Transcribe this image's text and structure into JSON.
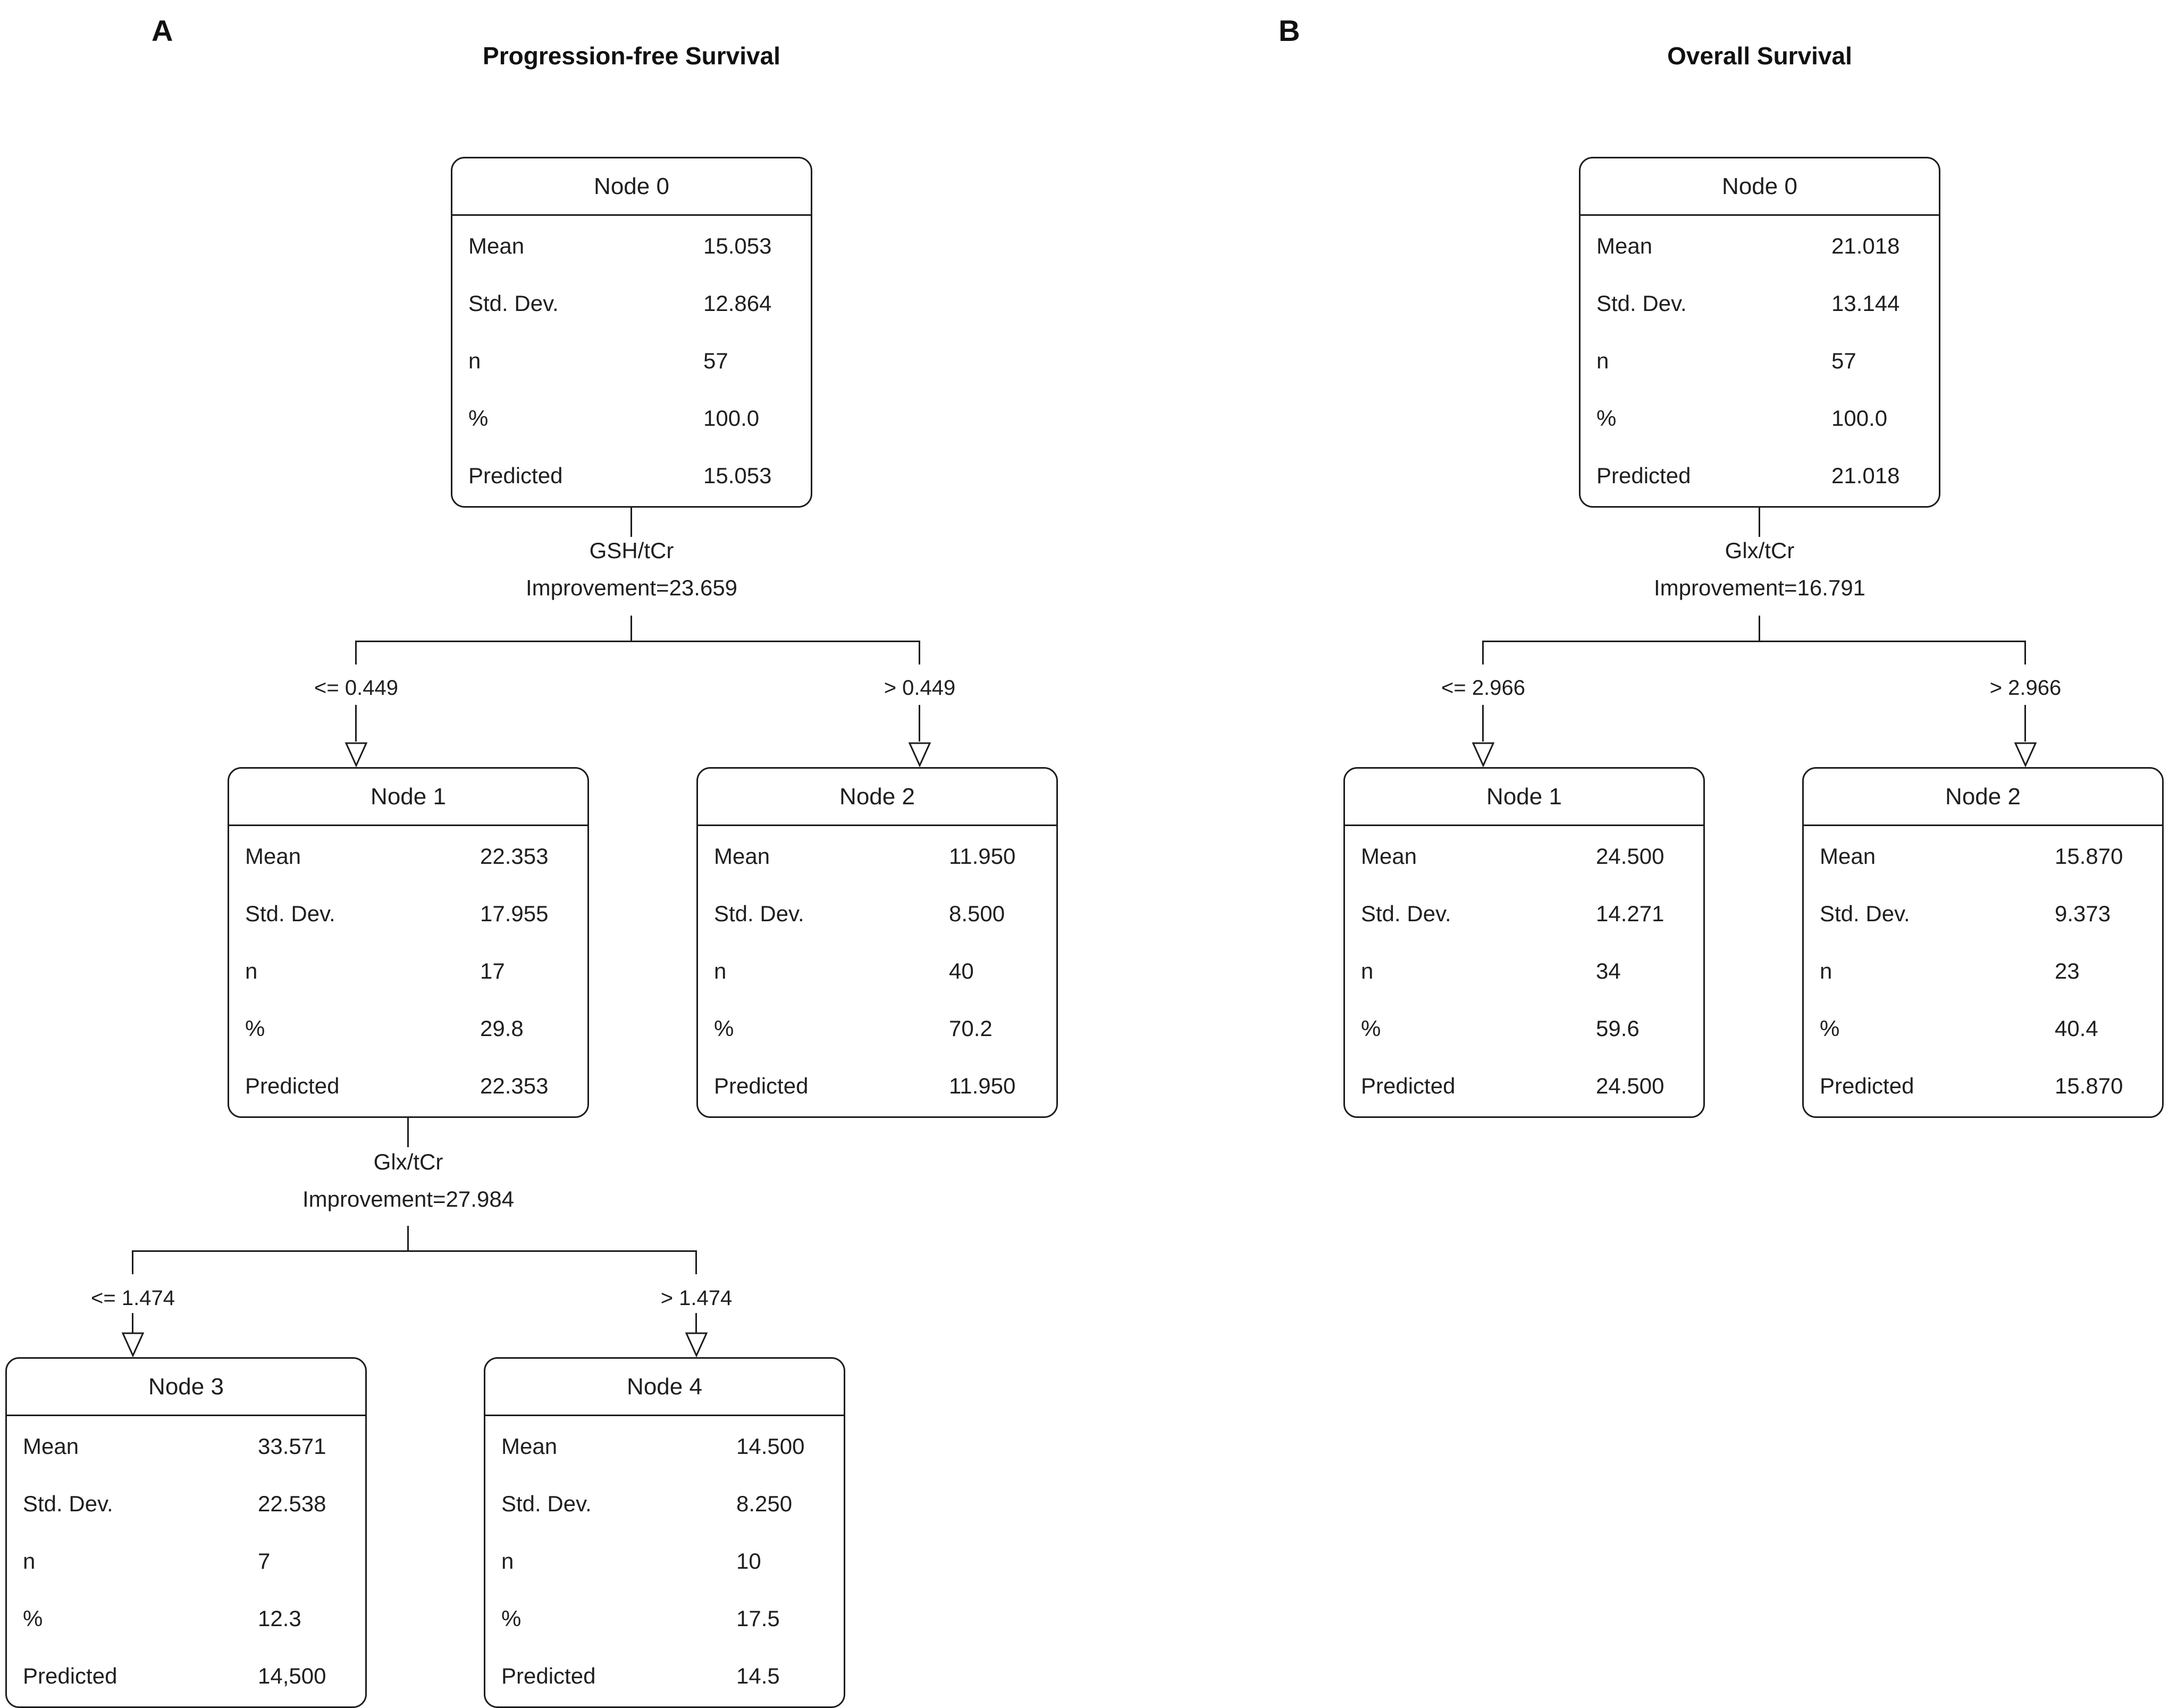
{
  "colors": {
    "line": "#1c1c1c",
    "background": "#ffffff",
    "text": "#1f1f1f"
  },
  "panels": [
    {
      "label": "A",
      "title": "Progression-free Survival",
      "nodes": [
        {
          "title": "Node 0",
          "rows": [
            {
              "label": "Mean",
              "value": "15.053"
            },
            {
              "label": "Std. Dev.",
              "value": "12.864"
            },
            {
              "label": "n",
              "value": "57"
            },
            {
              "label": "%",
              "value": "100.0"
            },
            {
              "label": "Predicted",
              "value": "15.053"
            }
          ]
        },
        {
          "title": "Node 1",
          "rows": [
            {
              "label": "Mean",
              "value": "22.353"
            },
            {
              "label": "Std. Dev.",
              "value": "17.955"
            },
            {
              "label": "n",
              "value": "17"
            },
            {
              "label": "%",
              "value": "29.8"
            },
            {
              "label": "Predicted",
              "value": "22.353"
            }
          ]
        },
        {
          "title": "Node 2",
          "rows": [
            {
              "label": "Mean",
              "value": "11.950"
            },
            {
              "label": "Std. Dev.",
              "value": "8.500"
            },
            {
              "label": "n",
              "value": "40"
            },
            {
              "label": "%",
              "value": "70.2"
            },
            {
              "label": "Predicted",
              "value": "11.950"
            }
          ]
        },
        {
          "title": "Node 3",
          "rows": [
            {
              "label": "Mean",
              "value": "33.571"
            },
            {
              "label": "Std. Dev.",
              "value": "22.538"
            },
            {
              "label": "n",
              "value": "7"
            },
            {
              "label": "%",
              "value": "12.3"
            },
            {
              "label": "Predicted",
              "value": "14,500"
            }
          ]
        },
        {
          "title": "Node 4",
          "rows": [
            {
              "label": "Mean",
              "value": "14.500"
            },
            {
              "label": "Std. Dev.",
              "value": "8.250"
            },
            {
              "label": "n",
              "value": "10"
            },
            {
              "label": "%",
              "value": "17.5"
            },
            {
              "label": "Predicted",
              "value": "14.5"
            }
          ]
        }
      ],
      "splits": [
        {
          "variable": "GSH/tCr",
          "improvement": "Improvement=23.659",
          "left": "<= 0.449",
          "right": "> 0.449"
        },
        {
          "variable": "Glx/tCr",
          "improvement": "Improvement=27.984",
          "left": "<= 1.474",
          "right": "> 1.474"
        }
      ]
    },
    {
      "label": "B",
      "title": "Overall Survival",
      "nodes": [
        {
          "title": "Node 0",
          "rows": [
            {
              "label": "Mean",
              "value": "21.018"
            },
            {
              "label": "Std. Dev.",
              "value": "13.144"
            },
            {
              "label": "n",
              "value": "57"
            },
            {
              "label": "%",
              "value": "100.0"
            },
            {
              "label": "Predicted",
              "value": "21.018"
            }
          ]
        },
        {
          "title": "Node 1",
          "rows": [
            {
              "label": "Mean",
              "value": "24.500"
            },
            {
              "label": "Std. Dev.",
              "value": "14.271"
            },
            {
              "label": "n",
              "value": "34"
            },
            {
              "label": "%",
              "value": "59.6"
            },
            {
              "label": "Predicted",
              "value": "24.500"
            }
          ]
        },
        {
          "title": "Node 2",
          "rows": [
            {
              "label": "Mean",
              "value": "15.870"
            },
            {
              "label": "Std. Dev.",
              "value": "9.373"
            },
            {
              "label": "n",
              "value": "23"
            },
            {
              "label": "%",
              "value": "40.4"
            },
            {
              "label": "Predicted",
              "value": "15.870"
            }
          ]
        }
      ],
      "splits": [
        {
          "variable": "Glx/tCr",
          "improvement": "Improvement=16.791",
          "left": "<= 2.966",
          "right": "> 2.966"
        }
      ]
    }
  ]
}
